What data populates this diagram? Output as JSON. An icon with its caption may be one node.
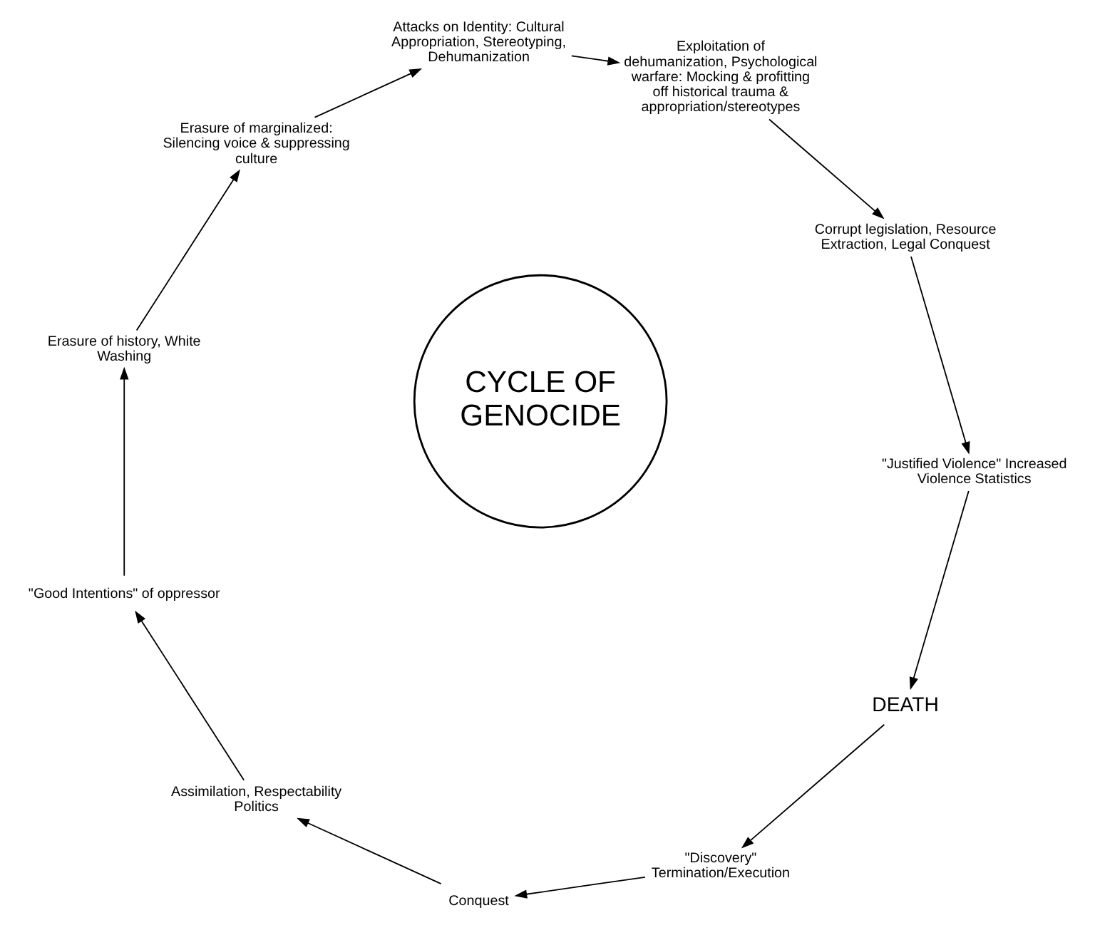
{
  "diagram": {
    "nodes": [
      {
        "text": [
          "DEATH"
        ]
      },
      {
        "text": [
          "\"Discovery\" Termination/Execution"
        ]
      },
      {
        "text": [
          "Conquest"
        ]
      },
      {
        "text": [
          "Assimilation, Respectability Politics"
        ]
      },
      {
        "text": [
          "\"Good Intentions\" of oppressor"
        ]
      },
      {
        "text": [
          "Erasure of history, White Washing"
        ]
      },
      {
        "text": [
          "Erasure of marginalized: Silencing voice & suppressing culture"
        ]
      },
      {
        "text": [
          "Attacks on Identity: Cultural Appropriation, Stereotyping, Dehumanization"
        ]
      },
      {
        "text": [
          "Exploitation of dehumanization, Psychological warfare: Mocking & profitting off historical trauma & appropriation/stereotypes"
        ]
      },
      {
        "text": [
          "Corrupt legislation, Resource Extraction, Legal Conquest"
        ]
      },
      {
        "text": [
          "\"Justified Violence\" Increased Violence Statistics"
        ]
      },
      {
        "text": [
          "CYCLE OF GENOCIDE"
        ]
      }
    ],
    "edges": [
      {
        "from": 0,
        "to": 1,
        "arrow": "to"
      },
      {
        "from": 1,
        "to": 2,
        "arrow": "to"
      },
      {
        "from": 2,
        "to": 3,
        "arrow": "to"
      },
      {
        "from": 3,
        "to": 4,
        "arrow": "to"
      },
      {
        "from": 4,
        "to": 5,
        "arrow": "to"
      },
      {
        "from": 5,
        "to": 6,
        "arrow": "to"
      },
      {
        "from": 6,
        "to": 7,
        "arrow": "to"
      },
      {
        "from": 7,
        "to": 8,
        "arrow": "to"
      },
      {
        "from": 8,
        "to": 9,
        "arrow": "to"
      },
      {
        "from": 9,
        "to": 10,
        "arrow": "to"
      },
      {
        "from": 10,
        "to": 0,
        "arrow": "to"
      }
    ]
  }
}
